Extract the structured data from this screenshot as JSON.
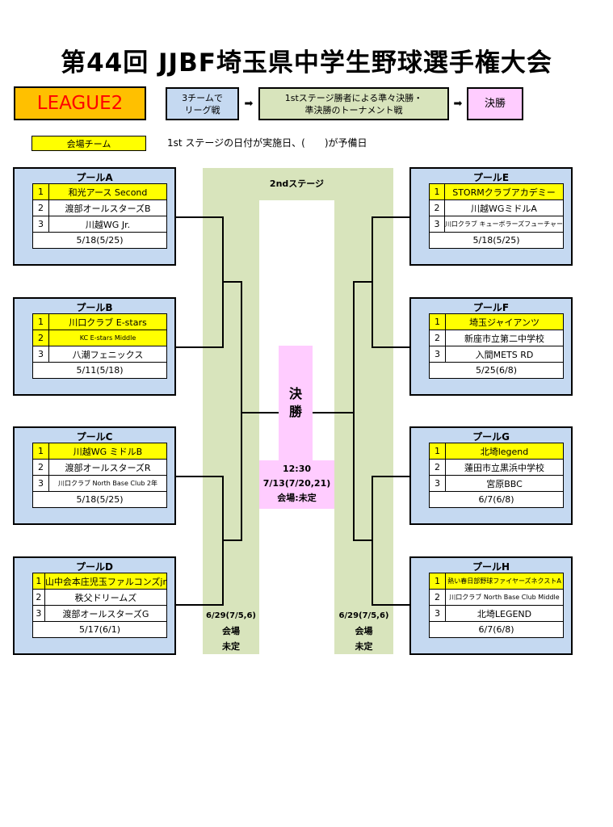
{
  "title": "第44回 JJBF埼玉県中学生野球選手権大会",
  "league_label": "LEAGUE2",
  "flow": {
    "step1": "3チームで\nリーグ戦",
    "step2": "1stステージ勝者による準々決勝・\n準決勝のトーナメント戦",
    "step3": "決勝",
    "arrow": "➡"
  },
  "legend": {
    "venue_team": "会場チーム",
    "note": "1st ステージの日付が実施日、(　　)が予備日"
  },
  "second_stage_label": "2ndステージ",
  "final": {
    "label_char1": "決",
    "label_char2": "勝",
    "time": "12:30",
    "date": "7/13(7/20,21)",
    "venue": "会場:未定"
  },
  "left_round": {
    "date": "6/29(7/5,6)",
    "venue1": "会場",
    "venue2": "未定"
  },
  "right_round": {
    "date": "6/29(7/5,6)",
    "venue1": "会場",
    "venue2": "未定"
  },
  "pools": [
    {
      "name": "プールA",
      "date": "5/18(5/25)",
      "teams": [
        {
          "no": "1",
          "name": "和光アース Second",
          "host": true
        },
        {
          "no": "2",
          "name": "渡部オールスターズB",
          "host": false
        },
        {
          "no": "3",
          "name": "川越WG Jr.",
          "host": false
        }
      ]
    },
    {
      "name": "プールB",
      "date": "5/11(5/18)",
      "teams": [
        {
          "no": "1",
          "name": "川口クラブ E-stars",
          "host": true
        },
        {
          "no": "2",
          "name": "KC E-stars Middle",
          "host": true
        },
        {
          "no": "3",
          "name": "八潮フェニックス",
          "host": false
        }
      ]
    },
    {
      "name": "プールC",
      "date": "5/18(5/25)",
      "teams": [
        {
          "no": "1",
          "name": "川越WG ミドルB",
          "host": true
        },
        {
          "no": "2",
          "name": "渡部オールスターズR",
          "host": false
        },
        {
          "no": "3",
          "name": "川口クラブ North Base Club 2年",
          "host": false
        }
      ]
    },
    {
      "name": "プールD",
      "date": "5/17(6/1)",
      "teams": [
        {
          "no": "1",
          "name": "山中会本庄児玉ファルコンズjr",
          "host": true
        },
        {
          "no": "2",
          "name": "秩父ドリームズ",
          "host": false
        },
        {
          "no": "3",
          "name": "渡部オールスターズG",
          "host": false
        }
      ]
    },
    {
      "name": "プールE",
      "date": "5/18(5/25)",
      "teams": [
        {
          "no": "1",
          "name": "STORMクラブアカデミー",
          "host": true
        },
        {
          "no": "2",
          "name": "川越WGミドルA",
          "host": false
        },
        {
          "no": "3",
          "name": "川口クラブ キューボラーズフューチャー",
          "host": false
        }
      ]
    },
    {
      "name": "プールF",
      "date": "5/25(6/8)",
      "teams": [
        {
          "no": "1",
          "name": "埼玉ジャイアンツ",
          "host": true
        },
        {
          "no": "2",
          "name": "新座市立第二中学校",
          "host": false
        },
        {
          "no": "3",
          "name": "入間METS RD",
          "host": false
        }
      ]
    },
    {
      "name": "プールG",
      "date": "6/7(6/8)",
      "teams": [
        {
          "no": "1",
          "name": "北埼legend",
          "host": true
        },
        {
          "no": "2",
          "name": "蓮田市立黒浜中学校",
          "host": false
        },
        {
          "no": "3",
          "name": "宮原BBC",
          "host": false
        }
      ]
    },
    {
      "name": "プールH",
      "date": "6/7(6/8)",
      "teams": [
        {
          "no": "1",
          "name": "熱い春日部野球ファイヤーズネクストA",
          "host": true
        },
        {
          "no": "2",
          "name": "川口クラブ North Base Club Middle",
          "host": false
        },
        {
          "no": "3",
          "name": "北埼LEGEND",
          "host": false
        }
      ]
    }
  ]
}
